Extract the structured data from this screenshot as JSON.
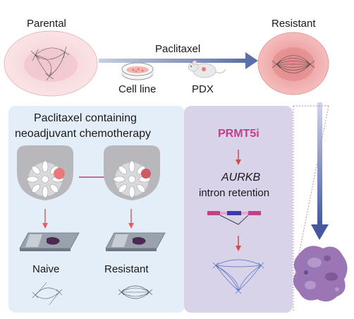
{
  "top": {
    "parental_label": "Parental",
    "resistant_label": "Resistant",
    "treatment_label": "Paclitaxel",
    "model_cell_line": "Cell line",
    "model_pdx": "PDX"
  },
  "left_panel": {
    "title_line1": "Paclitaxel containing",
    "title_line2": "neoadjuvant chemotherapy",
    "naive_label": "Naive",
    "resistant_label": "Resistant"
  },
  "right_panel": {
    "drug_label": "PRMT5i",
    "gene_label": "AURKB",
    "event_label": "intron retention"
  },
  "colors": {
    "left_panel_bg": "#e3eef9",
    "right_panel_bg": "#d9d3ea",
    "arrow_blue": "#5b6fa8",
    "magenta": "#c23f8a",
    "red_arrow": "#e06060",
    "cell_pink": "#f7dcdc",
    "resistant_cell": "#f2b4b4",
    "tumor_purple": "#9a76b5"
  }
}
